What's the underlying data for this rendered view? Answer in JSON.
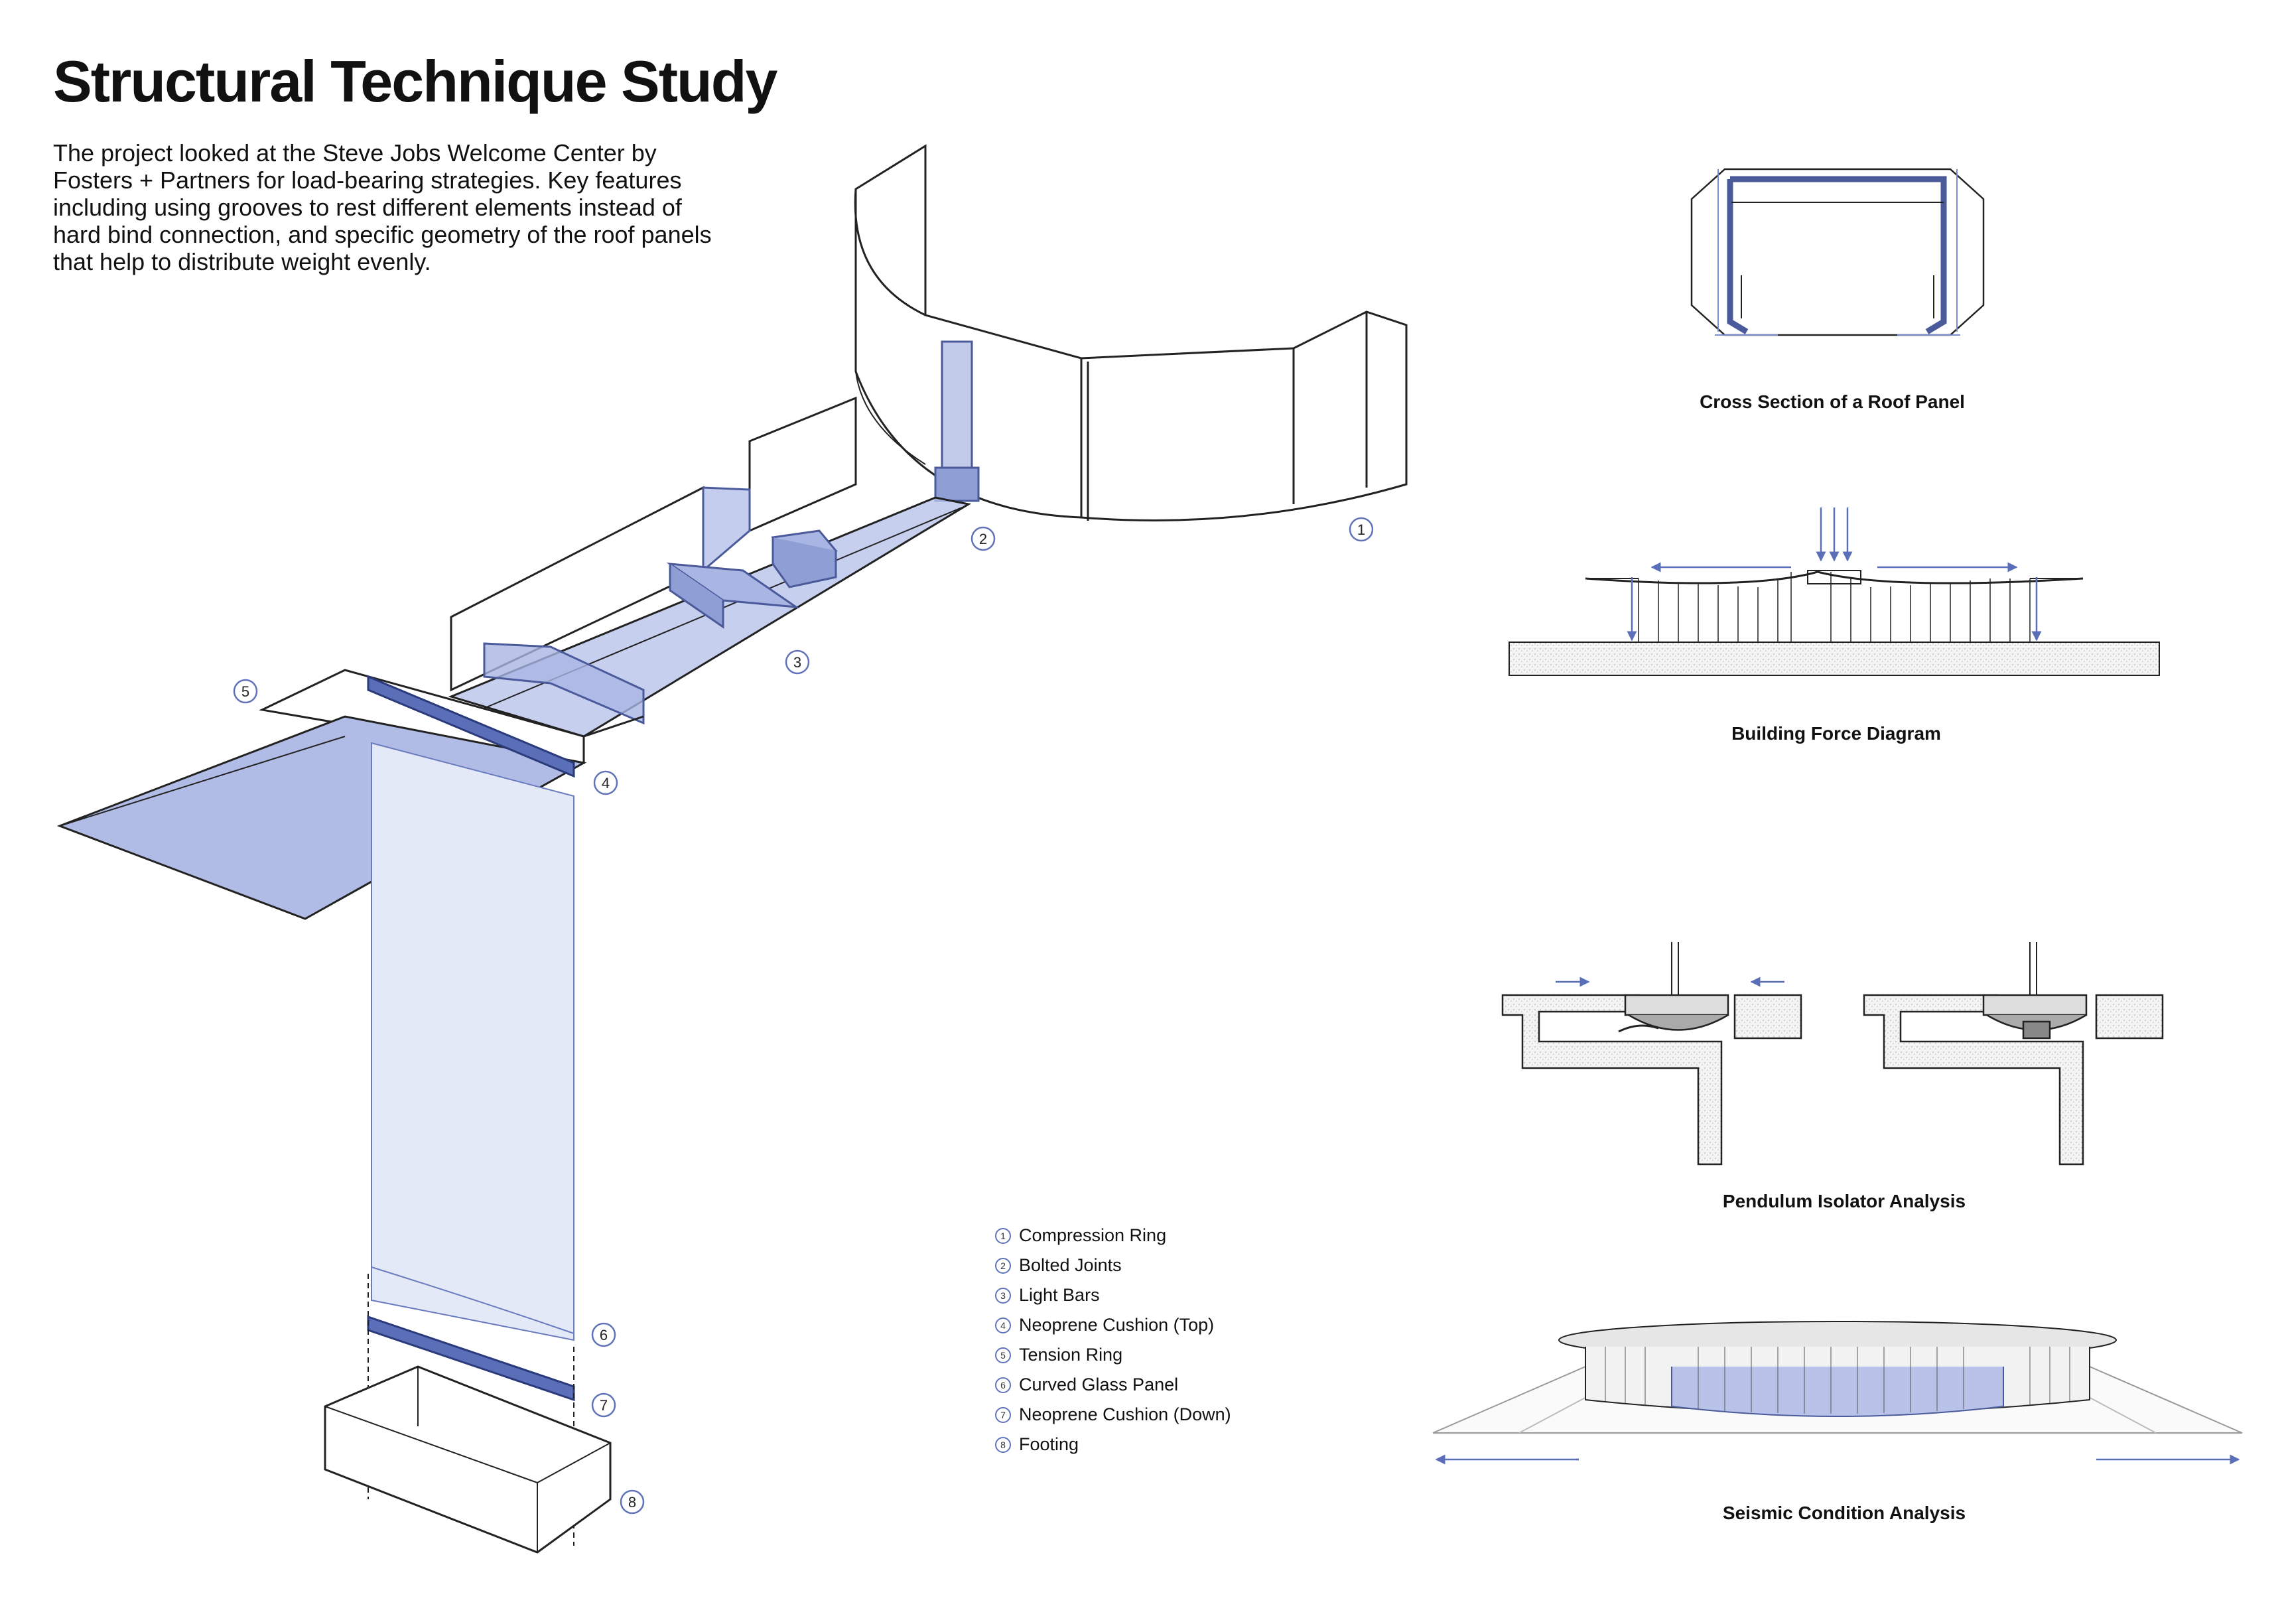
{
  "title": "Structural Technique Study",
  "intro": "The project looked at the Steve Jobs Welcome Center by Fosters + Partners for load-bearing strategies. Key features including using grooves to rest different elements instead of hard bind connection, and specific geometry of the roof panels that help to distribute weight evenly.",
  "captions": {
    "roof_panel": "Cross Section of a Roof Panel",
    "force": "Building Force Diagram",
    "pendulum": "Pendulum Isolator Analysis",
    "seismic": "Seismic Condition Analysis"
  },
  "callouts": [
    "1",
    "2",
    "3",
    "4",
    "5",
    "6",
    "7",
    "8"
  ],
  "legend": [
    {
      "num": "1",
      "label": "Compression Ring"
    },
    {
      "num": "2",
      "label": "Bolted Joints"
    },
    {
      "num": "3",
      "label": "Light Bars"
    },
    {
      "num": "4",
      "label": "Neoprene Cushion (Top)"
    },
    {
      "num": "5",
      "label": "Tension Ring"
    },
    {
      "num": "6",
      "label": "Curved Glass Panel"
    },
    {
      "num": "7",
      "label": "Neoprene Cushion (Down)"
    },
    {
      "num": "8",
      "label": "Footing"
    }
  ],
  "colors": {
    "accent": "#8f9fd6",
    "accent_dark": "#4a5a9a",
    "line": "#222222"
  }
}
